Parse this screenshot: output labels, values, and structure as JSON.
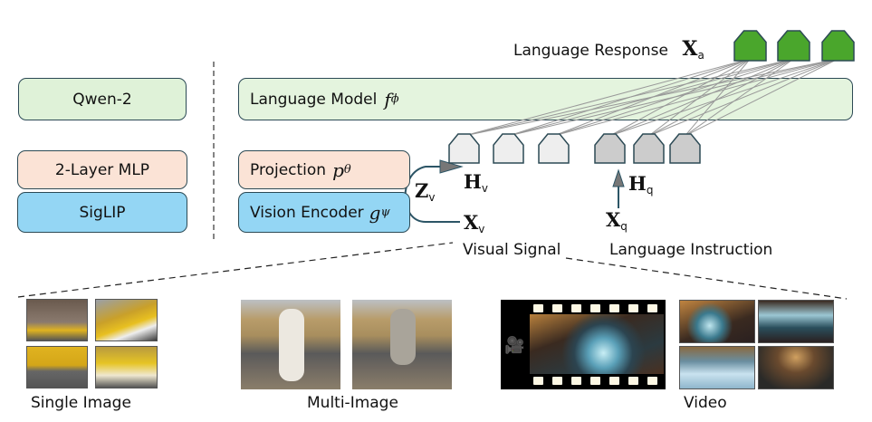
{
  "left_panel": {
    "llm": "Qwen-2",
    "projector": "2-Layer MLP",
    "encoder": "SigLIP"
  },
  "architecture": {
    "language_model": {
      "label": "Language Model",
      "symbol": "f",
      "symbol_sub": "ϕ"
    },
    "projection": {
      "label": "Projection",
      "symbol": "p",
      "symbol_sub": "θ"
    },
    "vision_encoder": {
      "label": "Vision Encoder",
      "symbol": "g",
      "symbol_sub": "ψ"
    },
    "language_response": {
      "label": "Language Response",
      "symbol": "X",
      "symbol_sub": "a"
    },
    "z_v": {
      "symbol": "Z",
      "sub": "v"
    },
    "h_v": {
      "symbol": "H",
      "sub": "v"
    },
    "x_v": {
      "symbol": "X",
      "sub": "v"
    },
    "h_q": {
      "symbol": "H",
      "sub": "q"
    },
    "x_q": {
      "symbol": "X",
      "sub": "q"
    },
    "visual_signal": "Visual Signal",
    "language_instruction": "Language Instruction",
    "token_counts": {
      "visual": 3,
      "language": 3,
      "response": 3
    },
    "colors": {
      "visual_token": "#eeeeee",
      "language_token": "#cccccc",
      "response_token": "#4aa62c",
      "border": "#2c4a55"
    }
  },
  "examples": {
    "single_image": "Single Image",
    "multi_image": "Multi-Image",
    "video": "Video"
  }
}
